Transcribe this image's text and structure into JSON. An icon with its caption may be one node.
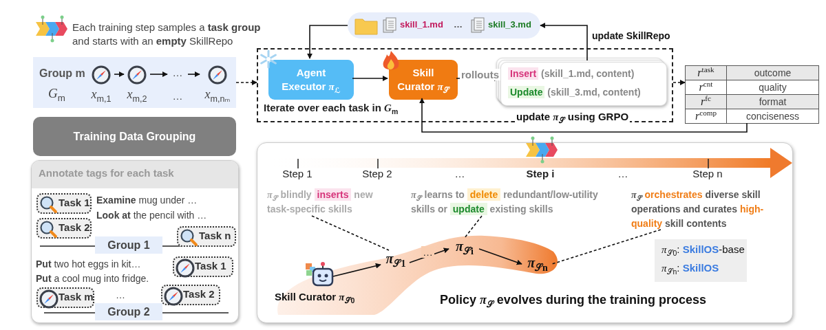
{
  "diagram": {
    "nodes": [
      {
        "text": [
          "Group m",
          "*G*$_{m}$"
        ]
      },
      {
        "text": [
          "*x*$_{m,1}$"
        ],
        "in": 0
      },
      {
        "text": [
          "*x*$_{m,2}$"
        ],
        "in": 0
      },
      {
        "text": [
          "…",
          "…"
        ],
        "in": 0
      },
      {
        "text": [
          "*x*$_{m,nₘ}$"
        ],
        "in": 0
      },
      {
        "text": [
          "Training Data Grouping"
        ]
      },
      {
        "text": [
          "Annotate tags for each task"
        ]
      },
      {
        "text": [
          "Task 1"
        ],
        "in": 6
      },
      {
        "text": [
          "Task 2"
        ],
        "in": 6
      },
      {
        "text": [
          "Task n"
        ],
        "in": 6
      },
      {
        "text": [
          "Task 1"
        ],
        "in": 6
      },
      {
        "text": [
          "Task 2"
        ],
        "in": 6
      },
      {
        "text": [
          "Task m"
        ],
        "in": 6
      },
      {
        "text": [
          "Group 1"
        ],
        "in": 6
      },
      {
        "text": [
          "Group 2"
        ],
        "in": 6
      },
      {
        "text": [
          "skill_1.md",
          "…",
          "skill_3.md"
        ]
      },
      {
        "text": [
          "Iterate over each task in *G*$_{m}$"
        ]
      },
      {
        "text": [
          "Agent Executor *π*$_{ℒ}$"
        ],
        "in": 16
      },
      {
        "text": [
          "Skill Curator *π*$_{𝒮}$"
        ],
        "in": 16
      },
      {
        "text": [
          "**Insert** (skill_1.md, content)",
          "**Update** (skill_3.md, content)"
        ],
        "in": 16
      },
      {
        "text": [
          "*r*$^{task}$",
          "outcome",
          "*r*$^{cnt}$",
          "quality",
          "*r*$^{fc}$",
          "format",
          "*r*$^{comp}$",
          "conciseness"
        ]
      },
      {
        "text": [
          "Policy *π*$_{𝒮}$ evolves during the training process"
        ]
      },
      {
        "text": [
          "*π*$_{𝒮}$ blindly **inserts** new task-specific skills"
        ],
        "in": 21
      },
      {
        "text": [
          "*π*$_{𝒮}$ learns to **delete** redundant/low-utility skills or **update** existing skills"
        ],
        "in": 21
      },
      {
        "text": [
          "*π*$_{𝒮}$ **orchestrates** diverse skill operations and curates **high-quality** skill contents"
        ],
        "in": 21
      },
      {
        "text": [
          "*π*$_{𝒮1}$"
        ],
        "in": 21
      },
      {
        "text": [
          "*π*$_{𝒮i}$"
        ],
        "in": 21
      },
      {
        "text": [
          "*π*$_{𝒮n}$"
        ],
        "in": 21
      },
      {
        "text": [
          "Skill Curator *π*$_{𝒮0}$"
        ],
        "in": 21
      },
      {
        "text": [
          "*π*$_{𝒮0}$: **SkillOS**-base",
          "*π*$_{𝒮n}$: **SkillOS**"
        ],
        "in": 21
      }
    ],
    "edges": [
      {
        "from": 0,
        "to": 16,
        "arrow": "to",
        "style": "dashed"
      },
      {
        "from": 1,
        "to": 2,
        "arrow": "to"
      },
      {
        "from": 2,
        "to": 3,
        "arrow": "to"
      },
      {
        "from": 3,
        "to": 4,
        "arrow": "to"
      },
      {
        "from": 15,
        "to": 17,
        "arrow": "to"
      },
      {
        "from": 17,
        "to": 18,
        "arrow": "to"
      },
      {
        "from": 18,
        "to": 19,
        "arrow": "to",
        "label": "rollouts"
      },
      {
        "from": 19,
        "to": 15,
        "arrow": "to",
        "label": "update SkillRepo"
      },
      {
        "from": 16,
        "to": 20,
        "arrow": "to",
        "style": "dashed"
      },
      {
        "from": 20,
        "to": 18,
        "arrow": "to",
        "label": "update *π*$_{𝒮}$ using GRPO"
      },
      {
        "from": 28,
        "to": 25,
        "arrow": "to"
      },
      {
        "from": 25,
        "to": 26,
        "arrow": "to",
        "label": "…"
      },
      {
        "from": 26,
        "to": 27,
        "arrow": "to"
      },
      {
        "from": 22,
        "to": 25,
        "arrow": "none",
        "style": "dashed"
      },
      {
        "from": 23,
        "to": 26,
        "arrow": "none",
        "style": "dashed"
      },
      {
        "from": 24,
        "to": 27,
        "arrow": "none",
        "style": "dashed"
      }
    ],
    "labels": [
      "Each training step samples a **task group** and starts with an **empty** SkillRepo",
      "**Examine** mug under …",
      "**Look at** the pencil with …",
      "**Put** two hot eggs in kit…",
      "**Put** a cool mug into fridge.",
      "…",
      "Step 1",
      "Step 2",
      "…",
      "Step i",
      "…",
      "Step n"
    ]
  }
}
